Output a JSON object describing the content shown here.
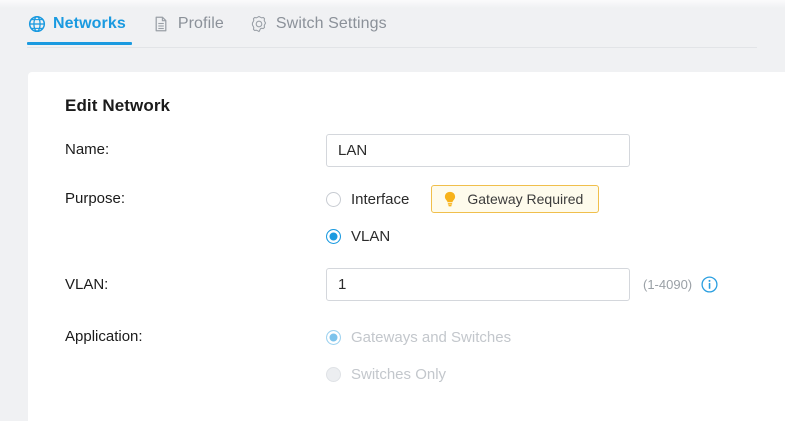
{
  "tabs": [
    {
      "id": "networks",
      "label": "Networks",
      "icon": "globe-icon",
      "active": true
    },
    {
      "id": "profile",
      "label": "Profile",
      "icon": "document-icon",
      "active": false
    },
    {
      "id": "switch-settings",
      "label": "Switch Settings",
      "icon": "gear-icon",
      "active": false
    }
  ],
  "panel": {
    "title": "Edit Network",
    "fields": {
      "name": {
        "label": "Name:",
        "value": "LAN",
        "placeholder": ""
      },
      "purpose": {
        "label": "Purpose:",
        "options": [
          {
            "label": "Interface",
            "selected": false,
            "disabled": false
          },
          {
            "label": "VLAN",
            "selected": true,
            "disabled": false
          }
        ],
        "badge": {
          "text": "Gateway Required",
          "icon": "lightbulb-icon"
        }
      },
      "vlan": {
        "label": "VLAN:",
        "value": "1",
        "placeholder": "",
        "hint": "(1-4090)",
        "info_icon": "info-circle-icon"
      },
      "application": {
        "label": "Application:",
        "options": [
          {
            "label": "Gateways and Switches",
            "selected": true,
            "disabled": true
          },
          {
            "label": "Switches Only",
            "selected": false,
            "disabled": true
          }
        ]
      }
    }
  },
  "colors": {
    "accent": "#1a9ae0",
    "page_bg": "#f0f1f3",
    "card_bg": "#ffffff",
    "badge_bg": "#fefbec",
    "badge_border": "#f0bf4c",
    "badge_icon": "#f7b21b",
    "muted_text": "#8b9199",
    "disabled_text": "#c3c7cc"
  }
}
